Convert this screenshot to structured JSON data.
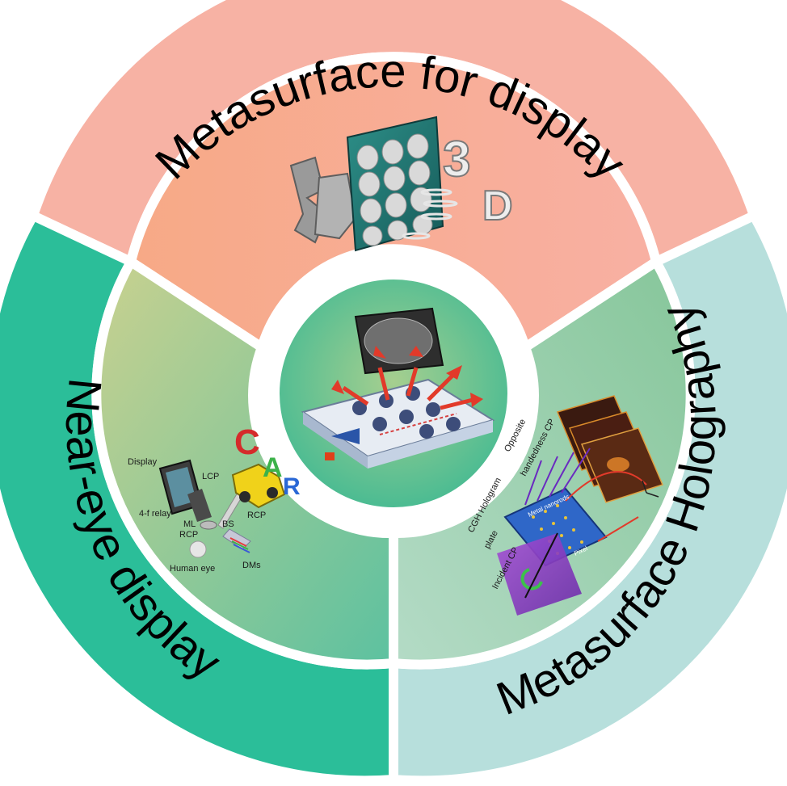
{
  "colors": {
    "top_segment": "#f7b2a4",
    "left_segment": "#2fbf9b",
    "right_segment": "#b5dedc",
    "middle_top": "#f4a98a",
    "middle_left": "#a7cb98",
    "middle_right": "#9ccfb1",
    "center": "#7fc8a1",
    "stroke": "#ffffff",
    "outline": "#2e2e2e"
  },
  "outer_labels": {
    "top": "Metasurface for display",
    "left": "Near-eye display",
    "right": "Metasurface Holography"
  },
  "top_panel": {
    "text_3": "3",
    "text_d": "D"
  },
  "near_eye_panel": {
    "display": "Display",
    "lcp": "LCP",
    "relay": "4-f relay",
    "ml": "ML",
    "bs": "BS",
    "rcp_left": "RCP",
    "rcp_right": "RCP",
    "dms": "DMs",
    "human_eye": "Human eye",
    "letter_c": "C",
    "letter_a": "A",
    "letter_r": "R"
  },
  "holography_panel": {
    "opposite": "Opposite",
    "handedness": "handedness CP",
    "cgh": "CGH Hologram",
    "plate": "plate",
    "incident": "Incident CP",
    "nanorods": "Metal nanorods",
    "pixel": "Pixel"
  }
}
